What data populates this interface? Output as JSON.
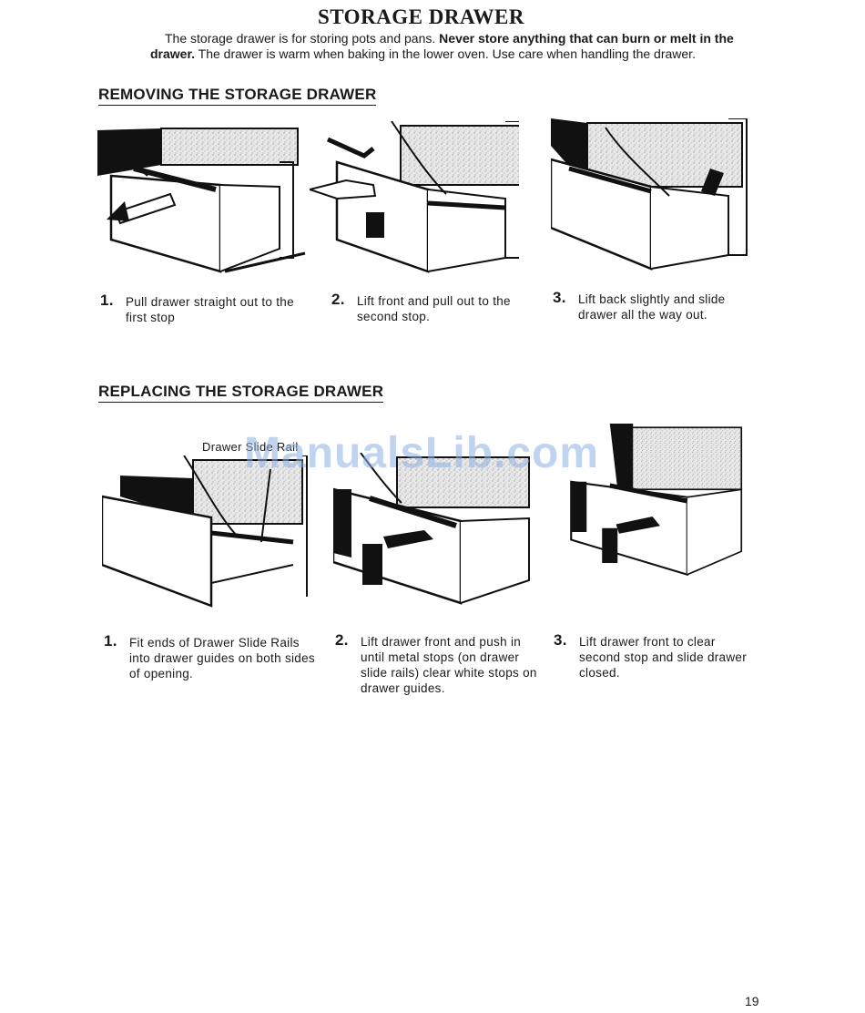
{
  "title": "STORAGE DRAWER",
  "intro": {
    "text_1": "The storage drawer is for storing pots and pans. ",
    "bold": "Never store anything that can burn or melt in the drawer.",
    "text_2": " The drawer is warm when baking in the lower oven. Use care when handling the drawer."
  },
  "removing": {
    "heading": "REMOVING THE STORAGE DRAWER",
    "steps": [
      {
        "num": "1.",
        "text": "Pull drawer straight out to the first stop"
      },
      {
        "num": "2.",
        "text": "Lift front and pull out to the second stop."
      },
      {
        "num": "3.",
        "text": "Lift back slightly and slide drawer all the way out."
      }
    ]
  },
  "replacing": {
    "heading": "REPLACING THE STORAGE DRAWER",
    "callout": "Drawer Slide Rail",
    "steps": [
      {
        "num": "1.",
        "text": "Fit ends of Drawer Slide Rails into drawer guides on both sides of opening."
      },
      {
        "num": "2.",
        "text": "Lift drawer front and push in until metal stops (on drawer slide rails) clear white stops on drawer guides."
      },
      {
        "num": "3.",
        "text": "Lift drawer front to clear second stop and slide drawer closed."
      }
    ]
  },
  "watermark": "ManualsLib.com",
  "page_number": "19"
}
